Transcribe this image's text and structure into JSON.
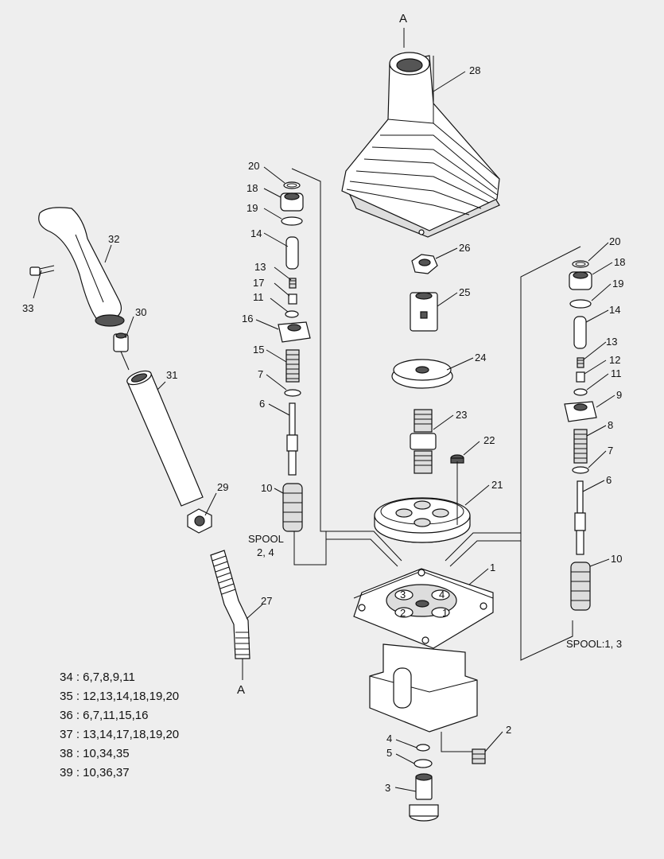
{
  "labels": {
    "a_top": "A",
    "a_bottom": "A",
    "p1": "1",
    "p2": "2",
    "p3": "3",
    "p4": "4",
    "p5": "5",
    "l20": "20",
    "l18": "18",
    "l19": "19",
    "l14": "14",
    "l13": "13",
    "l17": "17",
    "l11": "11",
    "l16": "16",
    "l15": "15",
    "l7": "7",
    "l6": "6",
    "l10": "10",
    "r20": "20",
    "r18": "18",
    "r19": "19",
    "r14": "14",
    "r13": "13",
    "r12": "12",
    "r11": "11",
    "r9": "9",
    "r8": "8",
    "r7": "7",
    "r6": "6",
    "r10": "10",
    "p21": "21",
    "p22": "22",
    "p23": "23",
    "p24": "24",
    "p25": "25",
    "p26": "26",
    "p27": "27",
    "p28": "28",
    "p29": "29",
    "p30": "30",
    "p31": "31",
    "p32": "32",
    "p33": "33",
    "spool_left_1": "SPOOL",
    "spool_left_2": "2, 4",
    "spool_right": "SPOOL:1, 3",
    "port1": "1",
    "port2": "2",
    "port3": "3",
    "port4": "4"
  },
  "kits": [
    "34 : 6,7,8,9,11",
    "35 : 12,13,14,18,19,20",
    "36 : 6,7,11,15,16",
    "37 : 13,14,17,18,19,20",
    "38 : 10,34,35",
    "39 : 10,36,37"
  ]
}
